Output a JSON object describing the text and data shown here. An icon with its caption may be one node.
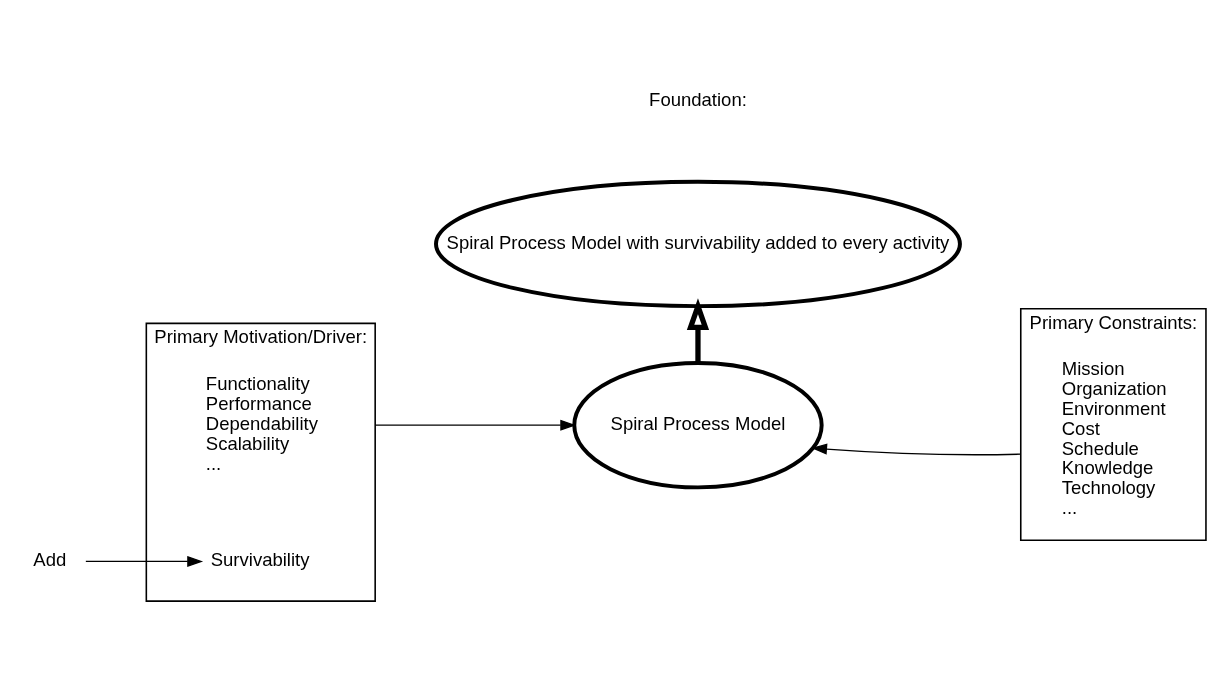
{
  "diagram": {
    "nodes": [
      {
        "text": [
          "Primary Motivation/Driver:"
        ]
      },
      {
        "text": [
          "Functionality",
          "Performance",
          "Dependability",
          "Scalability",
          "..."
        ],
        "in": 0
      },
      {
        "text": [
          "Survivability"
        ],
        "in": 0
      },
      {
        "text": [
          "Add"
        ]
      },
      {
        "text": [
          "Spiral Process Model"
        ]
      },
      {
        "text": [
          "Primary Constraints:"
        ]
      },
      {
        "text": [
          "Mission",
          "Organization",
          "Environment",
          "Cost",
          "Schedule",
          "Knowledge",
          "Technology",
          "..."
        ],
        "in": 5
      },
      {
        "text": [
          "Spiral Process Model with survivability added to every activity"
        ]
      }
    ],
    "edges": [
      {
        "from": 3,
        "to": 2,
        "arrow": "to"
      },
      {
        "from": 0,
        "to": 4,
        "arrow": "to"
      },
      {
        "from": 5,
        "to": 4,
        "arrow": "to"
      },
      {
        "from": 4,
        "to": 7,
        "arrow": "to",
        "style": "thick"
      }
    ],
    "labels": [
      "Foundation:"
    ]
  }
}
